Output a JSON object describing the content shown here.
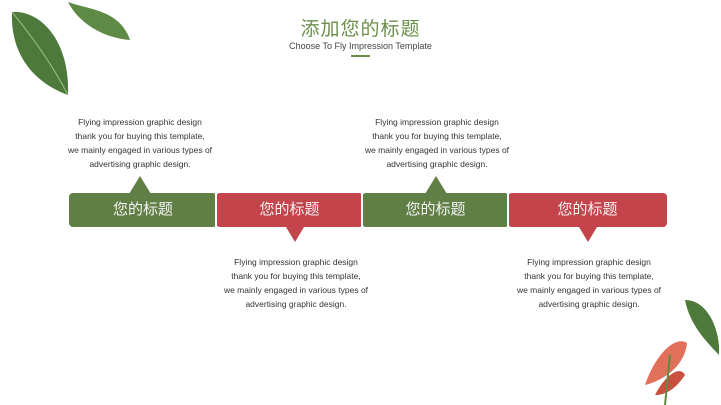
{
  "header": {
    "title": "添加您的标题",
    "subtitle": "Choose To Fly Impression Template"
  },
  "items": [
    {
      "label": "您的标题",
      "color": "#607f45",
      "lines": [
        "Flying impression graphic design",
        "thank you for buying this template,",
        "we mainly engaged in various types of",
        "advertising graphic design."
      ]
    },
    {
      "label": "您的标题",
      "color": "#c4444b",
      "lines": [
        "Flying impression graphic design",
        "thank you for buying this template,",
        "we mainly engaged in various types of",
        "advertising graphic design."
      ]
    },
    {
      "label": "您的标题",
      "color": "#607f45",
      "lines": [
        "Flying impression graphic design",
        "thank you for buying this template,",
        "we mainly engaged in various types of",
        "advertising graphic design."
      ]
    },
    {
      "label": "您的标题",
      "color": "#c4444b",
      "lines": [
        "Flying impression graphic design",
        "thank you for buying this template,",
        "we mainly engaged in various types of",
        "advertising graphic design."
      ]
    }
  ]
}
